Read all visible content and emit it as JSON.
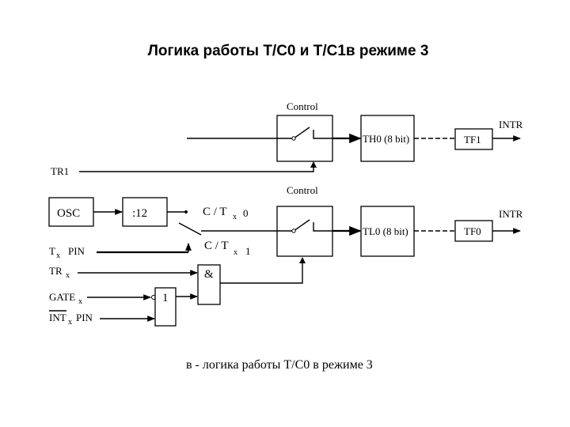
{
  "title": "Логика работы Т/С0 и Т/С1в режиме 3",
  "caption": "в - логика работы T/C0 в режиме 3",
  "labels": {
    "control_top": "Control",
    "control_bottom": "Control",
    "th0": "TH0 (8 bit)",
    "tl0": "TL0 (8 bit)",
    "tf1": "TF1",
    "tf0": "TF0",
    "intr_top": "INTR",
    "intr_bottom": "INTR",
    "tr1": "TR1",
    "osc": "OSC",
    "div12": ":12",
    "ct": "C / T",
    "sub_x": "x",
    "ct_0": "0",
    "ct_1": "1",
    "tx_pin_t": "T",
    "tx_pin_rest": "PIN",
    "trx_main": "TR",
    "gatex_main": "GATE",
    "intx_main": "INT",
    "intx_pin": "PIN",
    "and_gate": "&",
    "or_gate": "1"
  }
}
